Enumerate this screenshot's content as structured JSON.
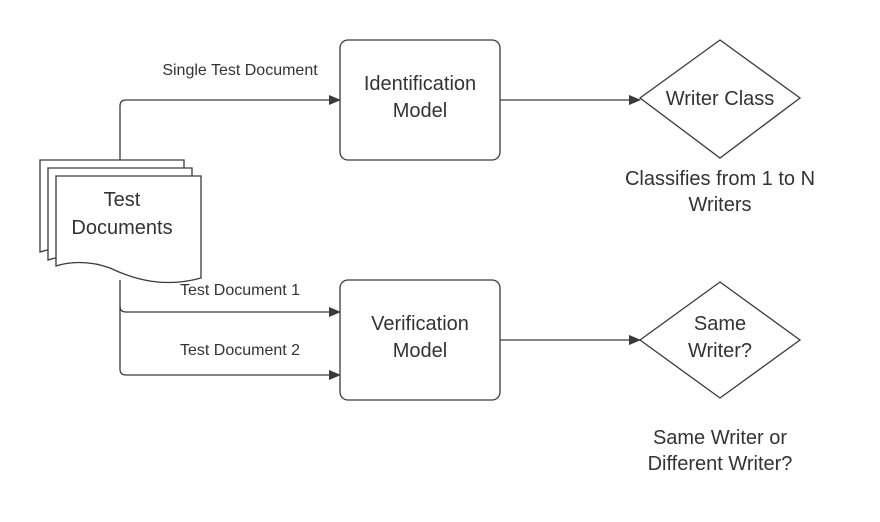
{
  "nodes": {
    "test_documents": {
      "lines": [
        "Test",
        "Documents"
      ]
    },
    "identification_model": {
      "lines": [
        "Identification",
        "Model"
      ]
    },
    "verification_model": {
      "lines": [
        "Verification",
        "Model"
      ]
    },
    "writer_class": {
      "lines": [
        "Writer Class"
      ]
    },
    "same_writer": {
      "lines": [
        "Same",
        "Writer?"
      ]
    }
  },
  "edges": {
    "single_test_document": "Single Test Document",
    "test_document_1": "Test Document 1",
    "test_document_2": "Test Document 2"
  },
  "notes": {
    "classifies": [
      "Classifies from 1 to N",
      "Writers"
    ],
    "same_or_different": [
      "Same Writer or",
      "Different Writer?"
    ]
  }
}
